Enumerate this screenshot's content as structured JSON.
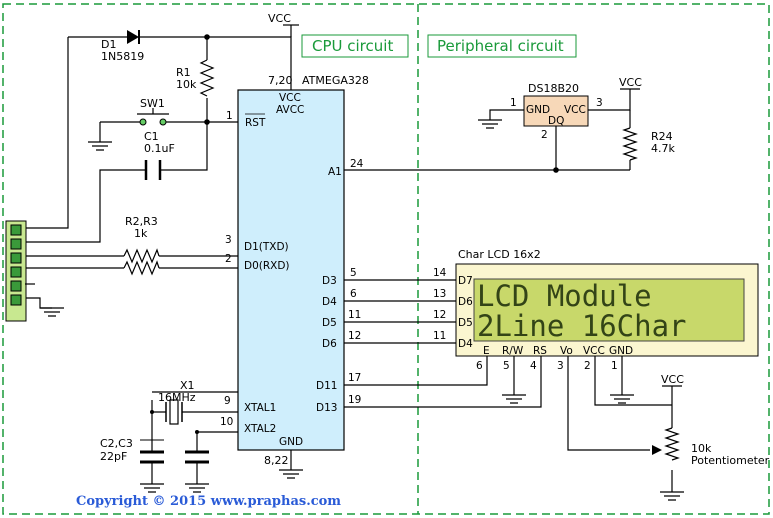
{
  "sections": {
    "cpu": "CPU circuit",
    "peripheral": "Peripheral circuit"
  },
  "vcc": "VCC",
  "d1": {
    "ref": "D1",
    "part": "1N5819"
  },
  "r1": {
    "ref": "R1",
    "value": "10k"
  },
  "sw1": {
    "ref": "SW1"
  },
  "c1": {
    "ref": "C1",
    "value": "0.1uF"
  },
  "r2r3": {
    "ref": "R2,R3",
    "value": "1k"
  },
  "x1": {
    "ref": "X1",
    "value": "16MHz"
  },
  "c2c3": {
    "ref": "C2,C3",
    "value": "22pF"
  },
  "mcu": {
    "name": "ATMEGA328",
    "top_pins": "7,20",
    "bottom_pins": "8,22",
    "pins": [
      {
        "name": "VCC",
        "num": ""
      },
      {
        "name": "AVCC",
        "num": ""
      },
      {
        "name": "RST",
        "num": "1"
      },
      {
        "name": "A1",
        "num": "24"
      },
      {
        "name": "D1(TXD)",
        "num": "3"
      },
      {
        "name": "D0(RXD)",
        "num": "2"
      },
      {
        "name": "D3",
        "num": "5"
      },
      {
        "name": "D4",
        "num": "6"
      },
      {
        "name": "D5",
        "num": "11"
      },
      {
        "name": "D6",
        "num": "12"
      },
      {
        "name": "D11",
        "num": "17"
      },
      {
        "name": "D13",
        "num": "19"
      },
      {
        "name": "XTAL1",
        "num": "9"
      },
      {
        "name": "XTAL2",
        "num": "10"
      },
      {
        "name": "GND",
        "num": ""
      }
    ]
  },
  "ds18b20": {
    "name": "DS18B20",
    "gnd": "GND",
    "vcc": "VCC",
    "dq": "DQ",
    "pin1": "1",
    "pin2": "2",
    "pin3": "3"
  },
  "r24": {
    "ref": "R24",
    "value": "4.7k"
  },
  "lcd": {
    "title": "Char LCD 16x2",
    "line1": "LCD Module",
    "line2": "2Line 16Char",
    "data_pins": [
      {
        "name": "D7",
        "num": "14"
      },
      {
        "name": "D6",
        "num": "13"
      },
      {
        "name": "D5",
        "num": "12"
      },
      {
        "name": "D4",
        "num": "11"
      }
    ],
    "bottom_pins": [
      {
        "name": "E",
        "num": "6"
      },
      {
        "name": "R/W",
        "num": "5"
      },
      {
        "name": "RS",
        "num": "4"
      },
      {
        "name": "Vo",
        "num": "3"
      },
      {
        "name": "VCC",
        "num": "2"
      },
      {
        "name": "GND",
        "num": "1"
      }
    ]
  },
  "pot": {
    "value": "10k",
    "name": "Potentiometer"
  },
  "copyright": "Copyright © 2015 www.praphas.com",
  "colors": {
    "section_border": "#1a9a3a",
    "mcu_fill": "#cfeefc",
    "lcd_body": "#fbf6d0",
    "lcd_screen": "#c8d86a",
    "ds_fill": "#f7d8b8",
    "header_fill": "#c8e890"
  }
}
